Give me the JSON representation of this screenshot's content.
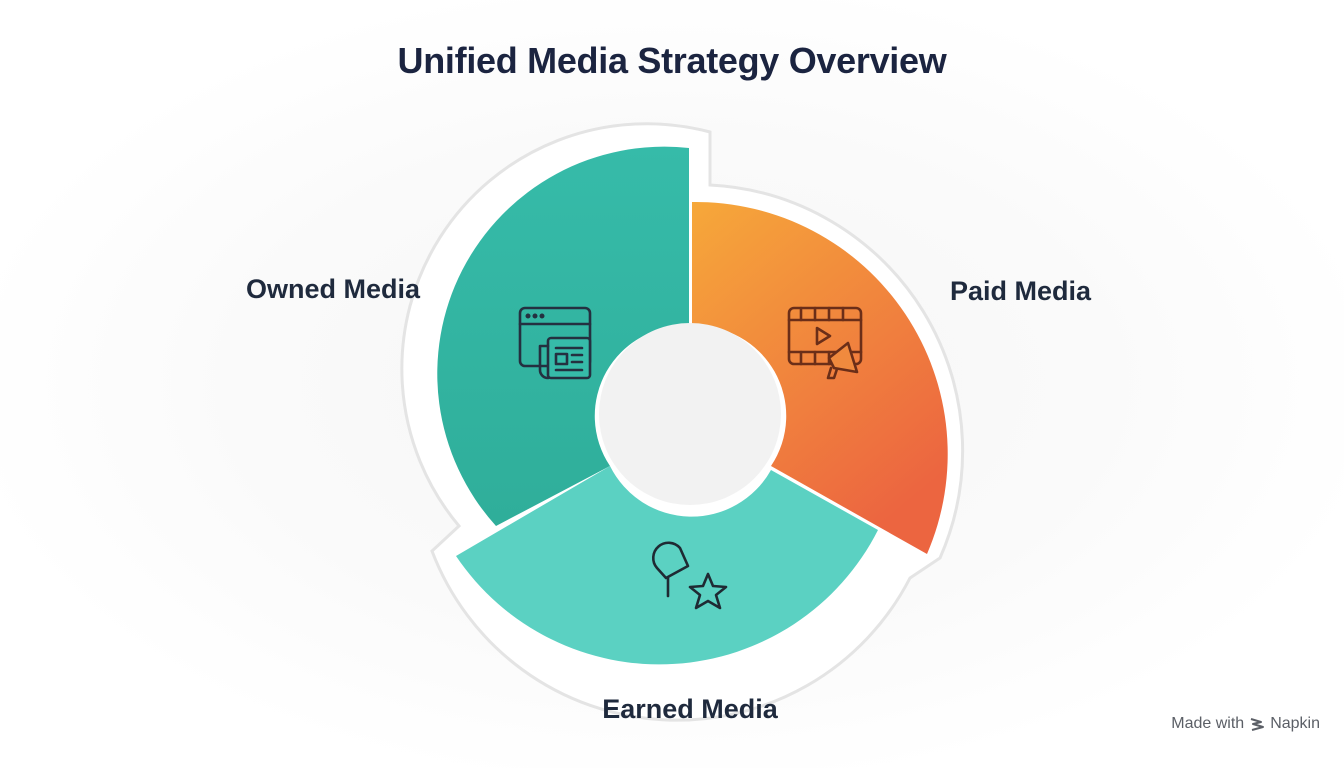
{
  "title": "Unified Media Strategy Overview",
  "segments": [
    {
      "id": "owned",
      "label": "Owned Media",
      "icon": "website-newspaper-icon",
      "color": "#32b59d"
    },
    {
      "id": "paid",
      "label": "Paid Media",
      "icon": "film-megaphone-icon",
      "color": "#f08a3e"
    },
    {
      "id": "earned",
      "label": "Earned Media",
      "icon": "pin-star-icon",
      "color": "#5bd1c2"
    }
  ],
  "footer": {
    "made_with": "Made with",
    "brand": "Napkin"
  }
}
